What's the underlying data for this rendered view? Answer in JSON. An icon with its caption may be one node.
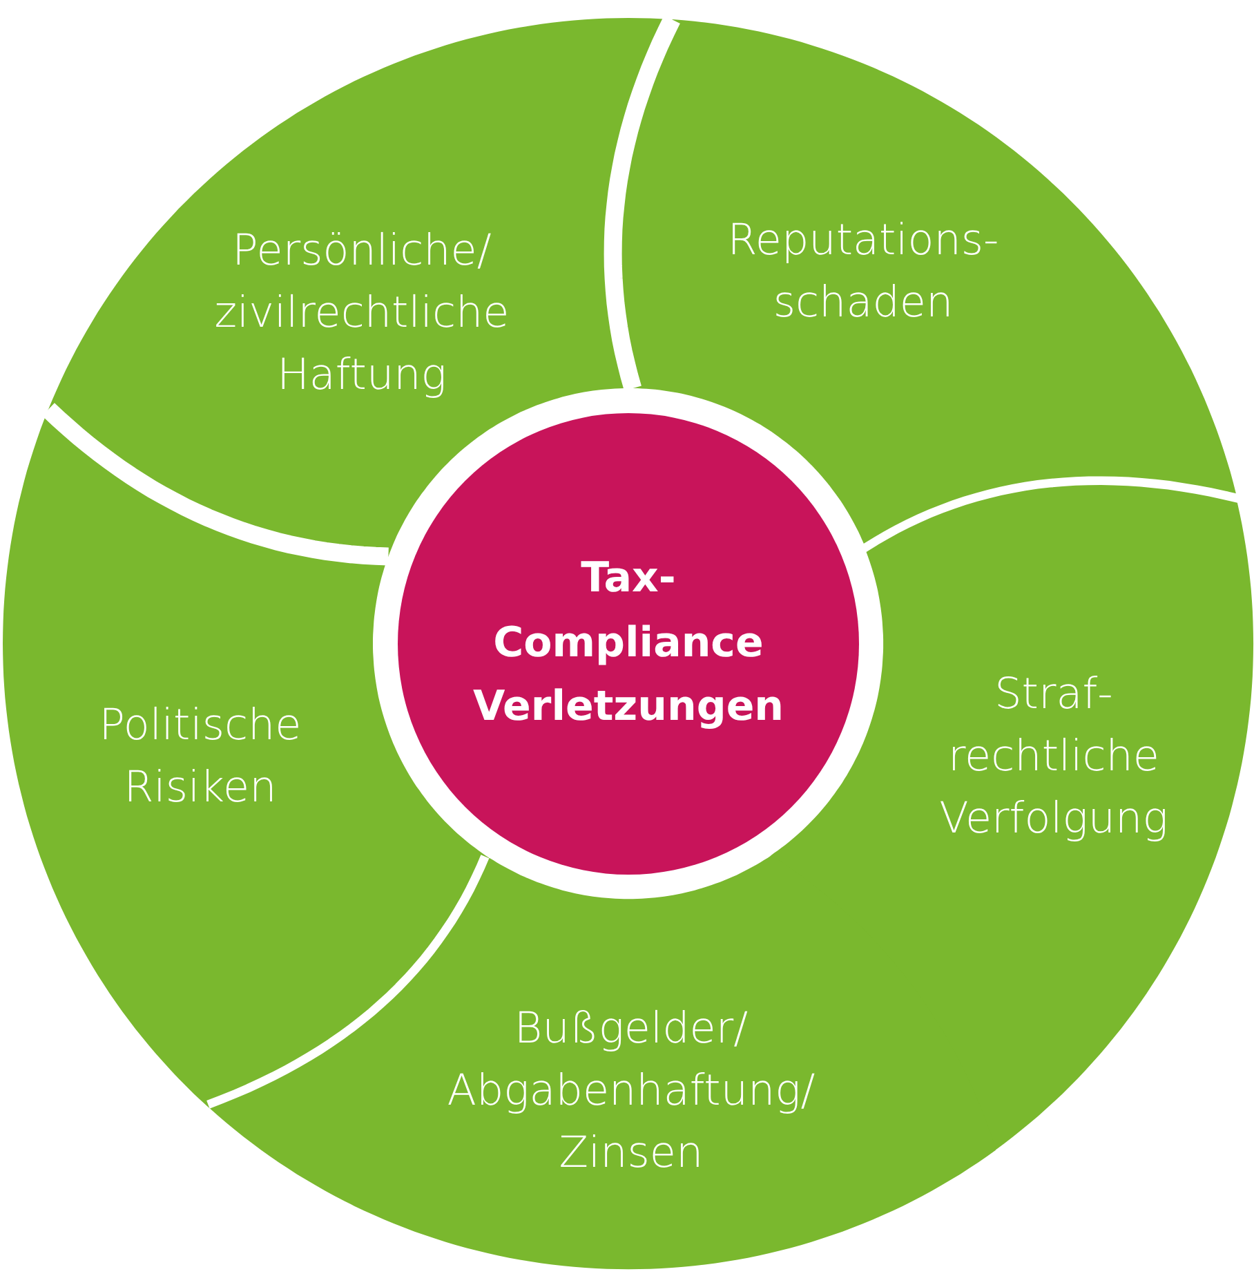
{
  "diagram": {
    "nodes": [
      {
        "text": [
          "Persönliche/ zivilrechtliche Haftung"
        ]
      },
      {
        "text": [
          "Reputations- schaden"
        ]
      },
      {
        "text": [
          "Politische Risiken"
        ]
      },
      {
        "text": [
          "Tax- Compliance Verletzungen"
        ]
      },
      {
        "text": [
          "Straf- rechtliche Verfolgung"
        ]
      },
      {
        "text": [
          "Bußgelder/ Abgabenhaftung/ Zinsen"
        ]
      }
    ]
  }
}
